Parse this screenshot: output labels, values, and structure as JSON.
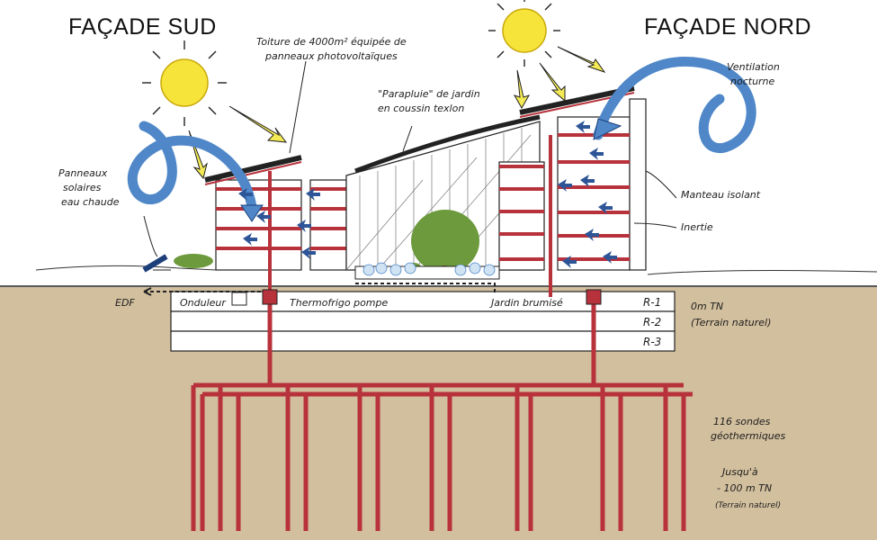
{
  "titles": {
    "south": "FAÇADE SUD",
    "north": "FAÇADE NORD"
  },
  "annotations": {
    "roof_line1": "Toiture de 4000m² équipée de",
    "roof_line2": "panneaux photovoltaïques",
    "umbrella_line1": "\"Parapluie\" de jardin",
    "umbrella_line2": "en coussin texlon",
    "solar_line1": "Panneaux",
    "solar_line2": "solaires",
    "solar_line3": "eau chaude",
    "ventilation_line1": "Ventilation",
    "ventilation_line2": "nocturne",
    "insulating": "Manteau isolant",
    "inertia": "Inertie",
    "edf": "EDF",
    "inverter": "Onduleur",
    "heat_pump": "Thermofrigo pompe",
    "misted_garden": "Jardin brumisé",
    "ground_line1": "0m TN",
    "ground_line2": "(Terrain naturel)",
    "probes_line1": "116 sondes",
    "probes_line2": "géothermiques",
    "depth_line1": "Jusqu'à",
    "depth_line2": "- 100 m TN",
    "depth_line3": "(Terrain naturel)"
  },
  "levels": [
    "R-1",
    "R-2",
    "R-3"
  ],
  "colors": {
    "ground": "#d2bf9e",
    "pipe": "#b8323c",
    "sun": "#f7e43a",
    "airflow": "#4f87c8",
    "tree": "#6c9a3c",
    "ray": "#f3ea55"
  }
}
